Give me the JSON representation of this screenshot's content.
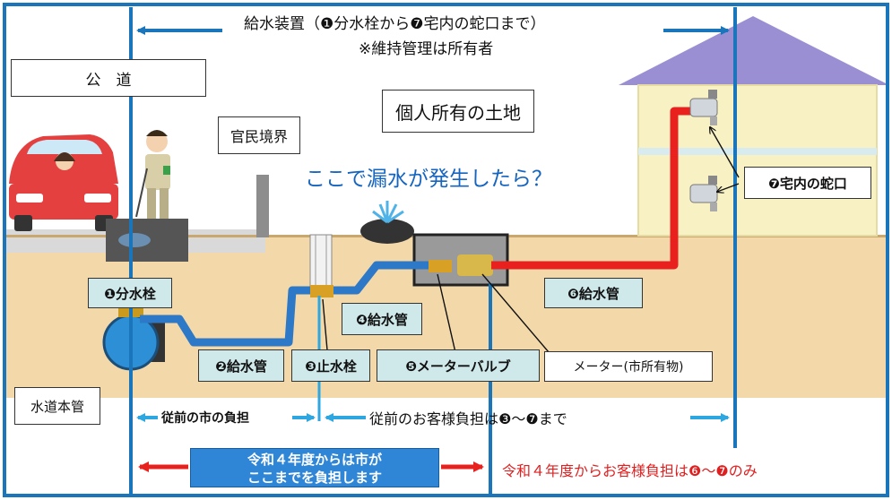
{
  "header": {
    "title": "給水装置（❶分水栓から❼宅内の蛇口まで）",
    "note": "※維持管理は所有者"
  },
  "labels": {
    "public_road": "公　道",
    "boundary": "官民境界",
    "private_land": "個人所有の土地",
    "leak_question": "ここで漏水が発生したら？",
    "faucet": "❼宅内の蛇口",
    "branch_valve": "❶分水栓",
    "supply_pipe_2": "❷給水管",
    "stop_valve": "❸止水栓",
    "supply_pipe_4": "❹給水管",
    "meter_valve": "❺メーターバルブ",
    "meter": "メーター(市所有物)",
    "supply_pipe_6": "❻給水管",
    "water_main": "水道本管"
  },
  "burden": {
    "former_city": "従前の市の負担",
    "former_customer": "従前のお客様負担は❸〜❼まで",
    "new_city_line1": "令和４年度からは市が",
    "new_city_line2": "ここまでを負担します",
    "new_customer": "令和４年度からお客様負担は❻〜❼のみ"
  },
  "colors": {
    "border_blue": "#1b75bb",
    "ground": "#f3d9aa",
    "pipe_blue": "#2e78c8",
    "pipe_red": "#e8201e",
    "label_green_bg": "#cfe8ea",
    "accent_red": "#e02020",
    "banner_blue": "#2f86d6",
    "house_wall": "#f8f1c4",
    "house_roof": "#9b8fd3"
  },
  "icons": {
    "car": "car-with-driver-icon",
    "worker": "worker-icon",
    "leak": "leak-fountain-icon",
    "faucet": "faucet-icon"
  }
}
